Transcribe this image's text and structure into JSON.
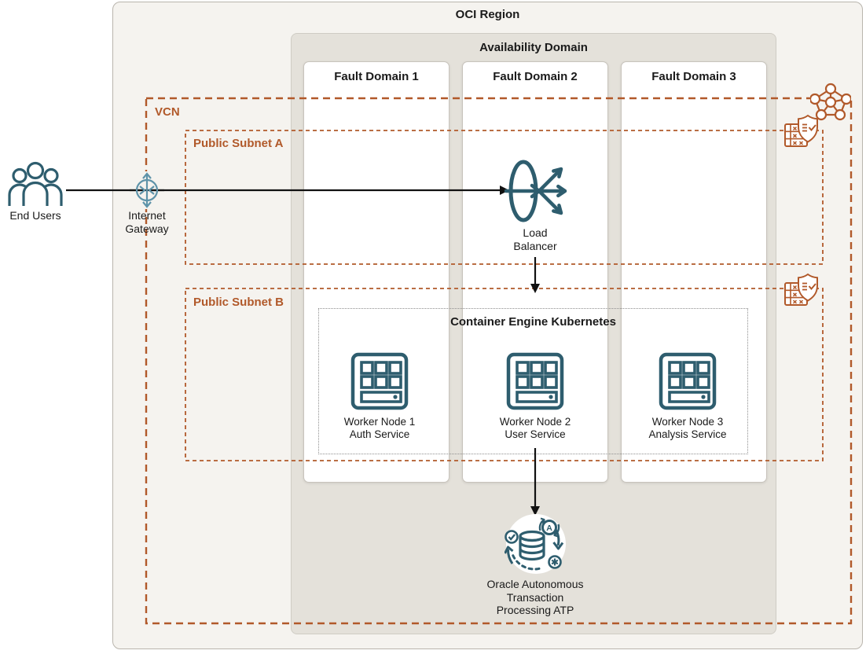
{
  "region": {
    "title": "OCI Region"
  },
  "availability_domain": {
    "title": "Availability Domain"
  },
  "fault_domains": [
    {
      "label": "Fault Domain 1"
    },
    {
      "label": "Fault Domain 2"
    },
    {
      "label": "Fault Domain 3"
    }
  ],
  "vcn": {
    "label": "VCN"
  },
  "subnets": [
    {
      "label": "Public Subnet A"
    },
    {
      "label": "Public Subnet B"
    }
  ],
  "kubernetes": {
    "title": "Container Engine Kubernetes"
  },
  "end_users": {
    "label": "End Users"
  },
  "internet_gateway": {
    "line1": "Internet",
    "line2": "Gateway"
  },
  "load_balancer": {
    "line1": "Load",
    "line2": "Balancer"
  },
  "workers": [
    {
      "line1": "Worker Node 1",
      "line2": "Auth Service"
    },
    {
      "line1": "Worker Node 2",
      "line2": "User Service"
    },
    {
      "line1": "Worker Node 3",
      "line2": "Analysis Service"
    }
  ],
  "atp": {
    "line1": "Oracle Autonomous",
    "line2": "Transaction",
    "line3": "Processing ATP"
  },
  "colors": {
    "boundary_orange": "#b1592a",
    "icon_teal": "#2e5d6e",
    "gateway_teal": "#5e93a9",
    "region_background": "#f5f3ef",
    "availability_domain_background": "#e4e1da",
    "arrow_black": "#111111"
  }
}
